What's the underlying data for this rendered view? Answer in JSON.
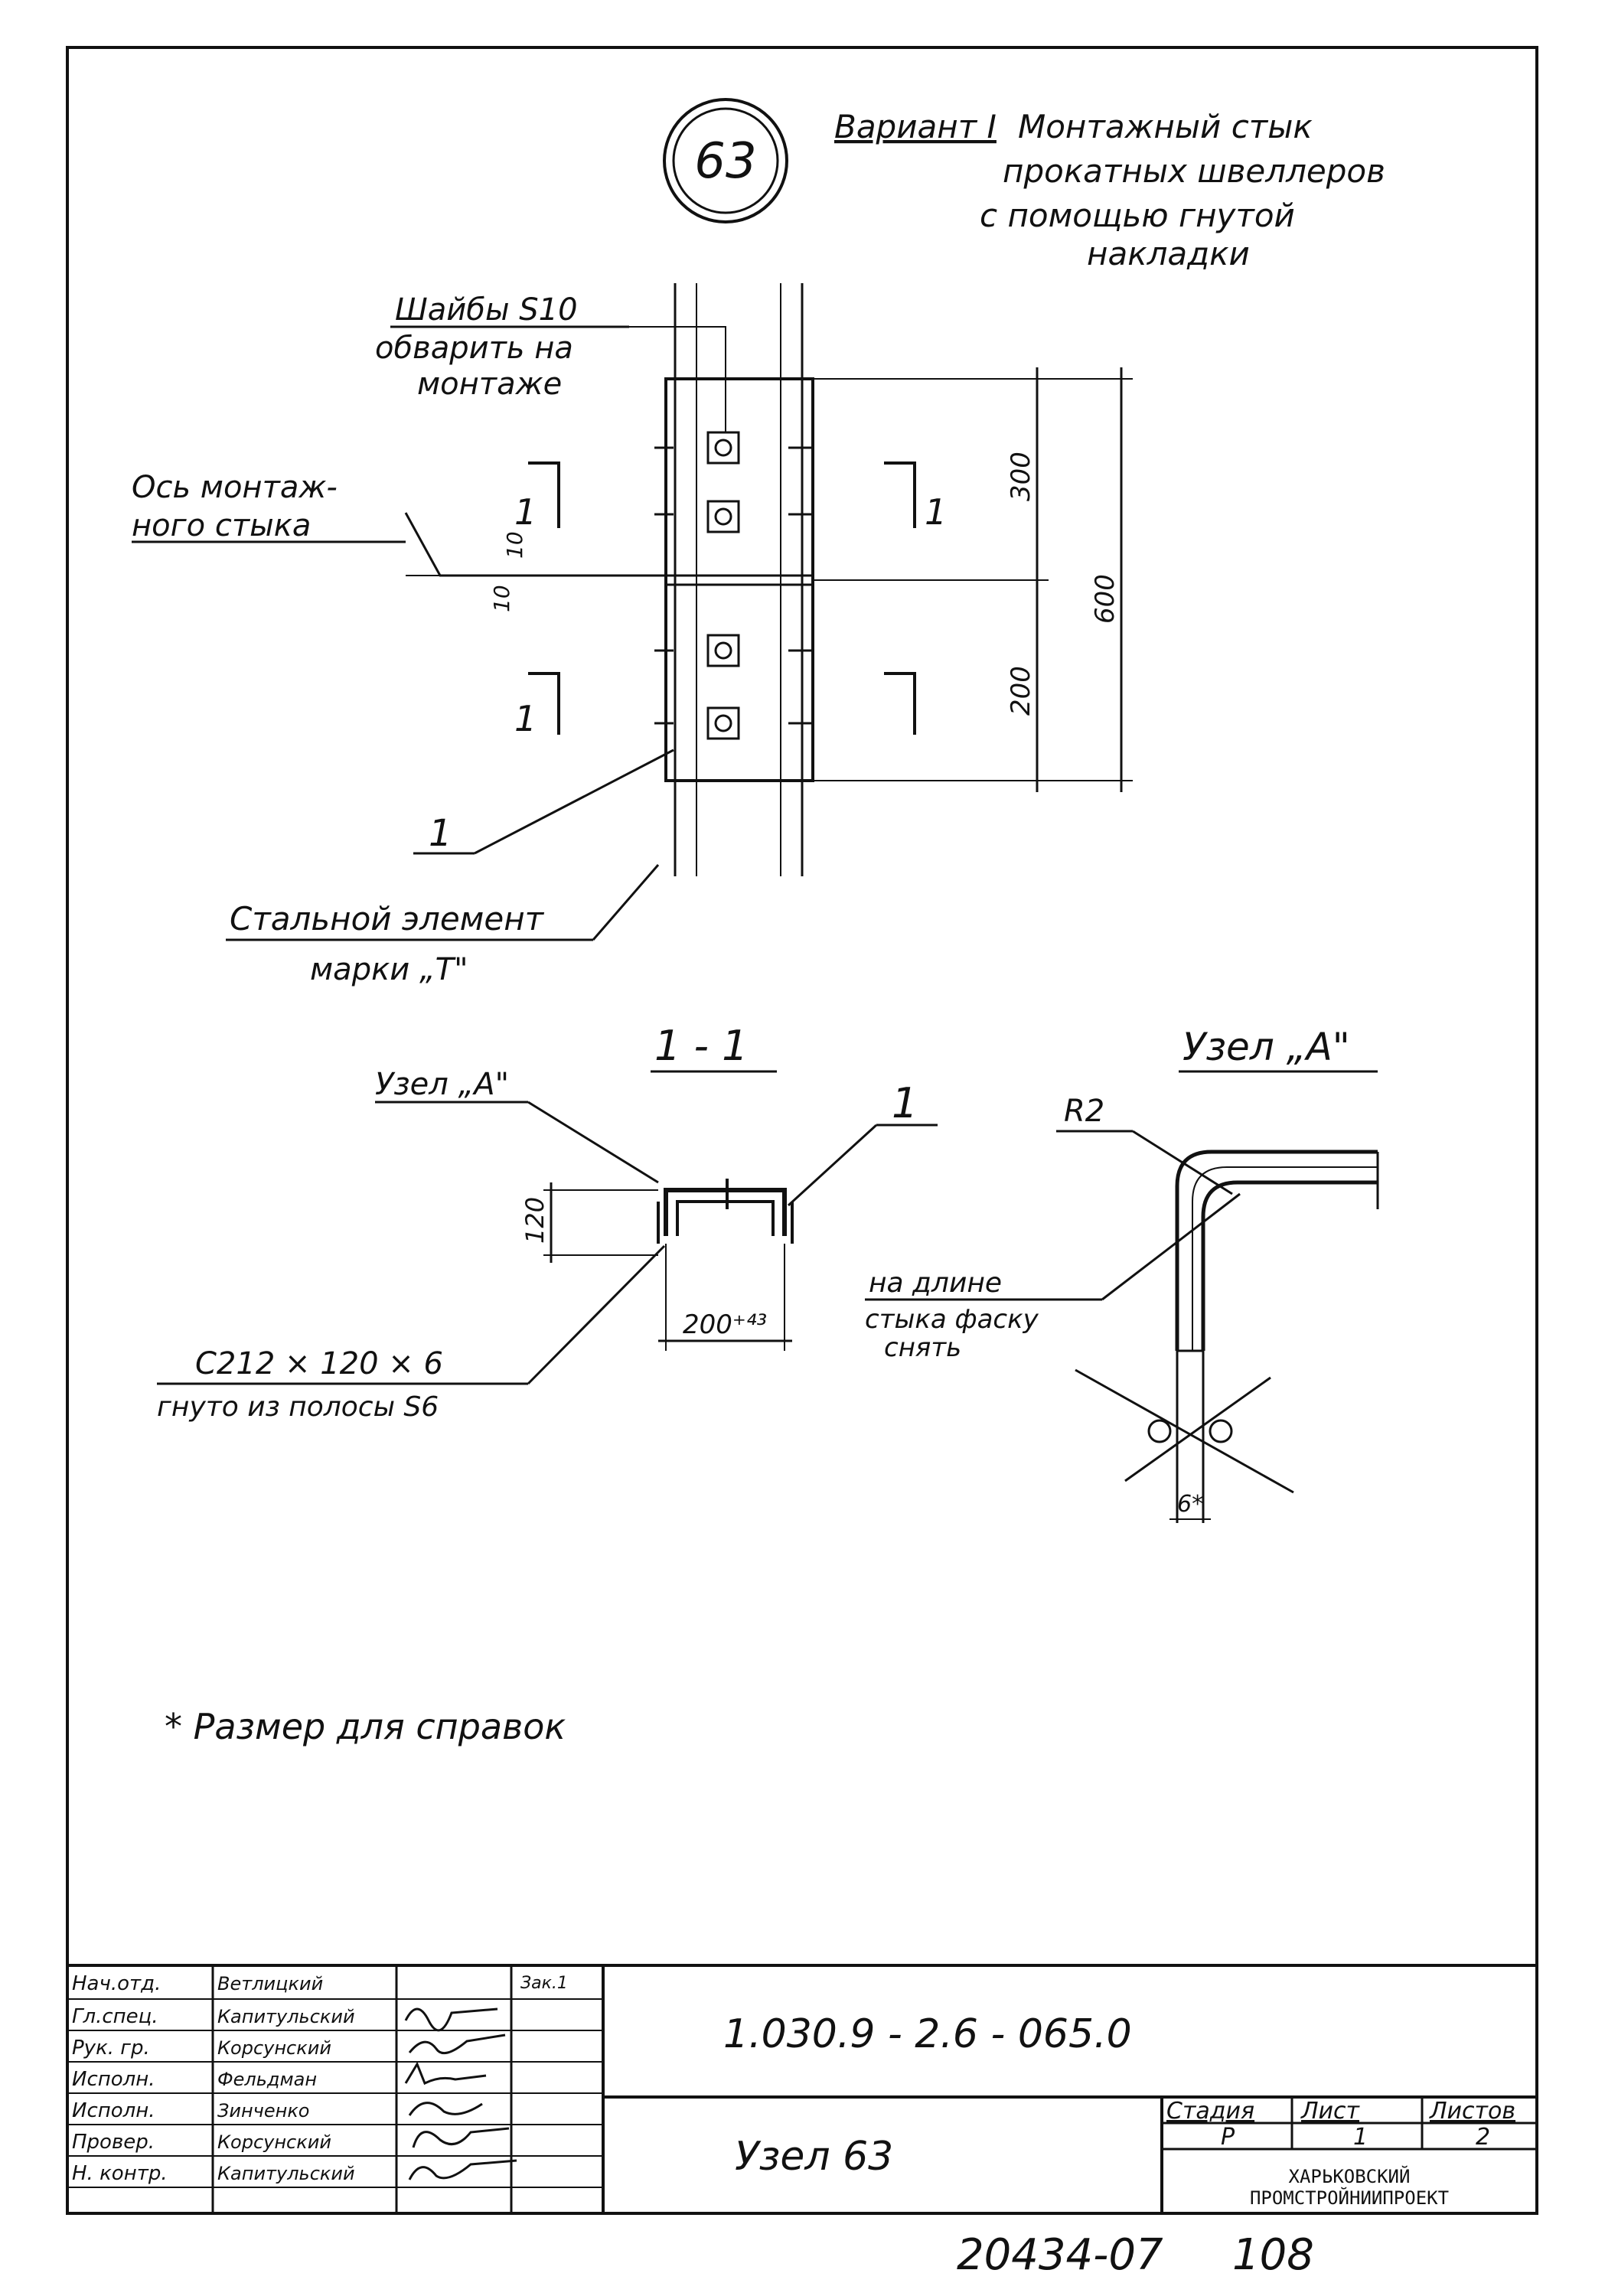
{
  "node_number": "63",
  "title": {
    "variant": "Вариант I",
    "line1": "Монтажный стык",
    "line2": "прокатных швеллеров",
    "line3": "с помощью гнутой",
    "line4": "накладки"
  },
  "plan_view": {
    "washers_label_1": "Шайбы S10",
    "washers_label_2": "обварить на",
    "washers_label_3": "монтаже",
    "axis_label_1": "Ось монтаж-",
    "axis_label_2": "ного стыка",
    "section_mark_left_top": "1",
    "section_mark_right_top": "1",
    "section_mark_left_bottom": "1",
    "dim_300": "300",
    "dim_200": "200",
    "dim_600": "600",
    "dim_10a": "10",
    "dim_10b": "10",
    "item_callout": "1",
    "steel_label_1": "Стальной элемент",
    "steel_label_2": "марки „Т\""
  },
  "section_1_1": {
    "title": "1 - 1",
    "node_ref": "Узел „А\"",
    "item_callout": "1",
    "dim_120": "120",
    "dim_200": "200⁺⁴³",
    "profile_label_1": "С212 × 120 × 6",
    "profile_label_2": "гнуто из полосы S6"
  },
  "node_a": {
    "title": "Узел „А\"",
    "radius": "R2",
    "note_1": "на длине",
    "note_2": "стыка фаску",
    "note_3": "снять",
    "dim_6": "6*"
  },
  "footnote": "* Размер для справок",
  "title_block": {
    "roles": [
      "Нач.отд.",
      "Гл.спец.",
      "Рук. гр.",
      "Исполн.",
      "Исполн.",
      "Провер.",
      "Н. контр."
    ],
    "names": [
      "Ветлицкий",
      "Капитульский",
      "Корсунский",
      "Фельдман",
      "Зинченко",
      "Корсунский",
      "Капитульский"
    ],
    "corner_mark": "Зак.1",
    "doc_code": "1.030.9 - 2.6 - 065.0",
    "sheet_title": "Узел 63",
    "stage_header": "Стадия",
    "sheet_header": "Лист",
    "sheets_header": "Листов",
    "stage_value": "Р",
    "sheet_value": "1",
    "sheets_value": "2",
    "org_line1": "ХАРЬКОВСКИЙ",
    "org_line2": "ПРОМСТРОЙНИИПРОЕКТ"
  },
  "archive_number": "20434-07",
  "page_number": "108"
}
